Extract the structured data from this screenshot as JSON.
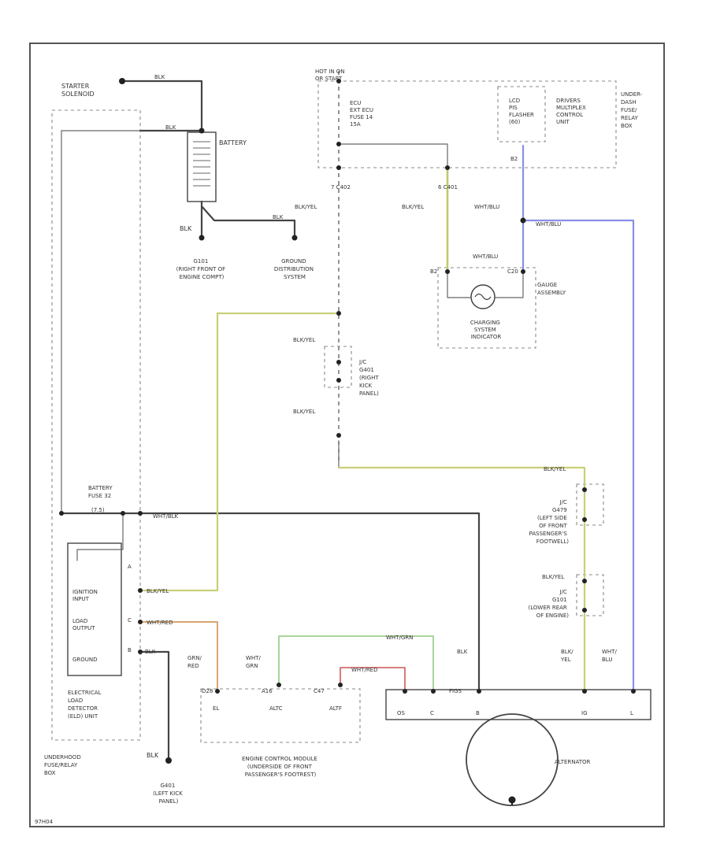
{
  "diagram": {
    "starter": {
      "label_lines": [
        "STARTER",
        "SOLENOID"
      ],
      "wire": "BLK"
    },
    "battery": {
      "label": "BATTERY",
      "wire_top": "BLK",
      "wire_bottom": "BLK",
      "wire_ground": "BLK"
    },
    "g101": {
      "label_lines": [
        "G101",
        "(RIGHT FRONT OF",
        "ENGINE COMPT)"
      ]
    },
    "ground_dist": {
      "label_lines": [
        "GROUND",
        "DISTRIBUTION",
        "SYSTEM"
      ]
    },
    "hot": {
      "label_lines": [
        "HOT IN ON",
        "OR START"
      ]
    },
    "ecu_fuse": {
      "label_lines": [
        "ECU",
        "EXT ECU",
        "FUSE 14",
        "15A"
      ]
    },
    "underdash": {
      "label_lines": [
        "UNDER-",
        "DASH",
        "FUSE/",
        "RELAY",
        "BOX"
      ],
      "lcd_lines": [
        "LCD",
        "PIS",
        "FLASHER",
        "(60)"
      ],
      "dmcu_lines": [
        "DRIVERS",
        "MULTIPLEX",
        "CONTROL",
        "UNIT"
      ],
      "pin_b2": "B2"
    },
    "pins": {
      "c402": "7 C402",
      "c401": "6 C401"
    },
    "wires": {
      "blkyel": "BLK/YEL",
      "whtblu": "WHT/BLU",
      "whtgrn": "WHT/GRN",
      "whtred": "WHT/RED",
      "grnred": "GRN/RED",
      "blk": "BLK",
      "whtblu_v": [
        "WHT/",
        "BLU"
      ],
      "blkyel_v": [
        "BLK/",
        "YEL"
      ],
      "grnred_v": [
        "GRN/",
        "RED"
      ],
      "whtgrn_v": [
        "WHT/",
        "GRN"
      ]
    },
    "gauge": {
      "label_lines": [
        "GAUGE",
        "ASSEMBLY"
      ],
      "pin_left": "B2",
      "pin_right": "C20"
    },
    "indicator": {
      "label_lines": [
        "CHARGING",
        "SYSTEM",
        "INDICATOR"
      ]
    },
    "jc_kick": {
      "label_lines": [
        "J/C",
        "G401",
        "(RIGHT",
        "KICK",
        "PANEL)"
      ]
    },
    "jc_front": {
      "label_lines": [
        "J/C",
        "G479",
        "(LEFT SIDE",
        "OF FRONT",
        "PASSENGER'S",
        "FOOTWELL)"
      ]
    },
    "jc_engine": {
      "label_lines": [
        "J/C",
        "G101",
        "(LOWER REAR",
        "OF ENGINE)"
      ]
    },
    "battery_fuse": {
      "label_lines": [
        "BATTERY",
        "FUSE 32"
      ],
      "rating": "(7.5)",
      "wire": "WHT/BLK"
    },
    "eld": {
      "ign_input": [
        "IGNITION",
        "INPUT"
      ],
      "load_output": [
        "LOAD",
        "OUTPUT"
      ],
      "ground": "GROUND",
      "label_lines": [
        "ELECTRICAL",
        "LOAD",
        "DETECTOR",
        "(ELD) UNIT"
      ],
      "pin_a": "A",
      "pin_c": "C",
      "pin_b": "B"
    },
    "underhood": {
      "label_lines": [
        "UNDERHOOD",
        "FUSE/RELAY",
        "BOX"
      ]
    },
    "g401": {
      "label_lines": [
        "G401",
        "(LEFT KICK",
        "PANEL)"
      ]
    },
    "ecm": {
      "label_lines": [
        "ENGINE CONTROL MODULE",
        "(UNDERSIDE OF FRONT",
        "PASSENGER'S FOOTREST)"
      ],
      "pins": [
        "EL",
        "ALTC",
        "ALTF"
      ],
      "pin_ids": [
        "D28",
        "A16",
        "C47"
      ]
    },
    "alternator": {
      "label": "ALTERNATOR",
      "terminals": [
        "OS",
        "C",
        "B",
        "IG",
        "L"
      ],
      "pin_b": "FIGS"
    },
    "code": "97H04"
  }
}
